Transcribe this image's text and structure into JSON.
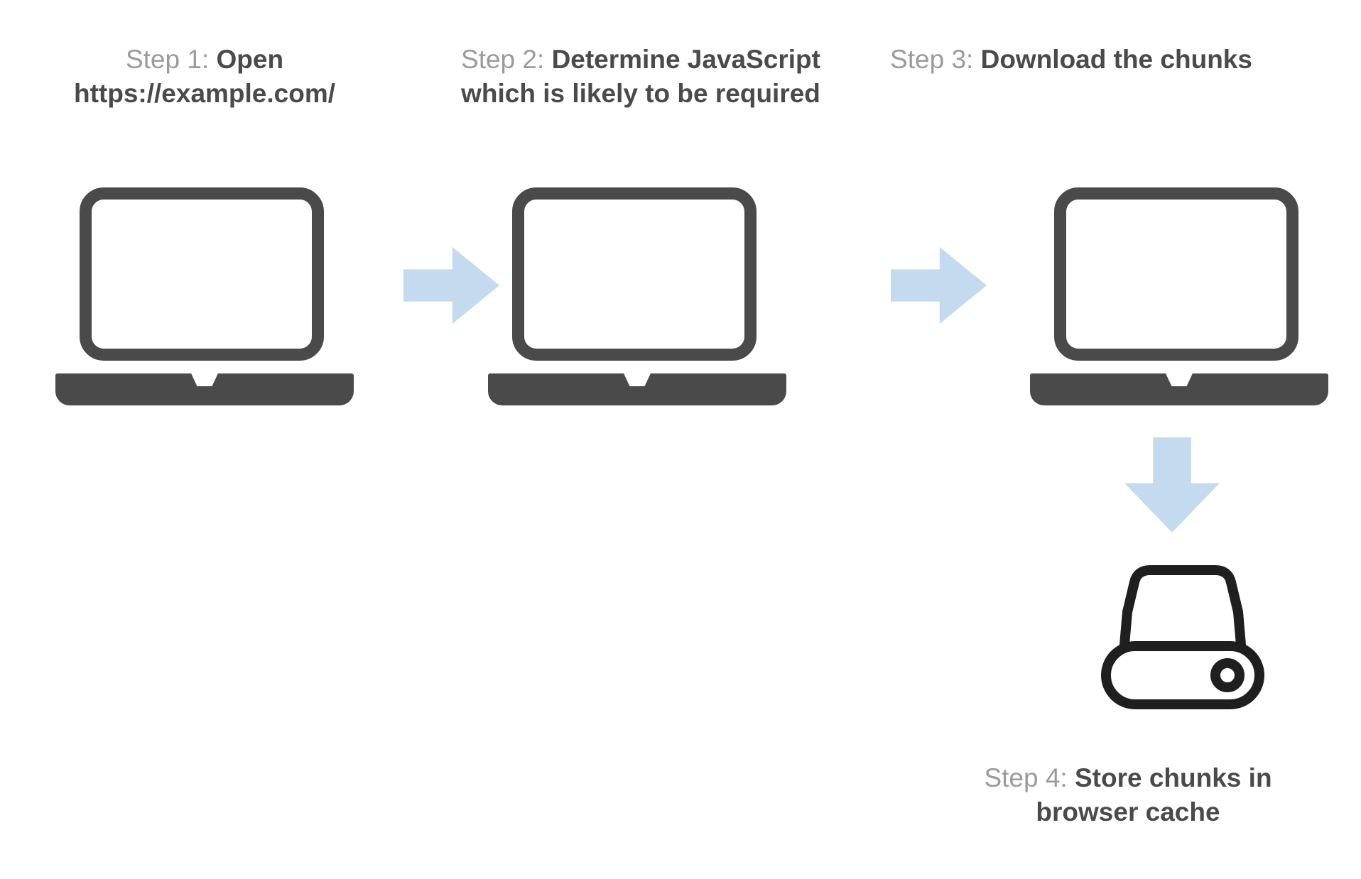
{
  "diagram": {
    "title_present": false,
    "background_color": "#ffffff",
    "accent_arrow_color": "#c3daef",
    "laptop_color": "#4a4a4a",
    "drive_color": "#1f1f1f",
    "label_gray": "#9b9b9b",
    "title_dark": "#4a4a4a"
  },
  "steps": [
    {
      "label": "Step 1:",
      "title": "Open https://example.com/",
      "icon": "laptop-icon"
    },
    {
      "label": "Step 2:",
      "title": "Determine JavaScript which is likely to be required",
      "icon": "laptop-icon"
    },
    {
      "label": "Step 3:",
      "title": "Download the chunks",
      "icon": "laptop-icon"
    },
    {
      "label": "Step 4:",
      "title": "Store chunks in browser cache",
      "icon": "hard-drive-icon"
    }
  ],
  "connectors": [
    {
      "name": "arrow-right-1",
      "direction": "right",
      "from": "Step 1",
      "to": "Step 2"
    },
    {
      "name": "arrow-right-2",
      "direction": "right",
      "from": "Step 2",
      "to": "Step 3"
    },
    {
      "name": "arrow-down-1",
      "direction": "down",
      "from": "Step 3",
      "to": "Step 4"
    }
  ]
}
